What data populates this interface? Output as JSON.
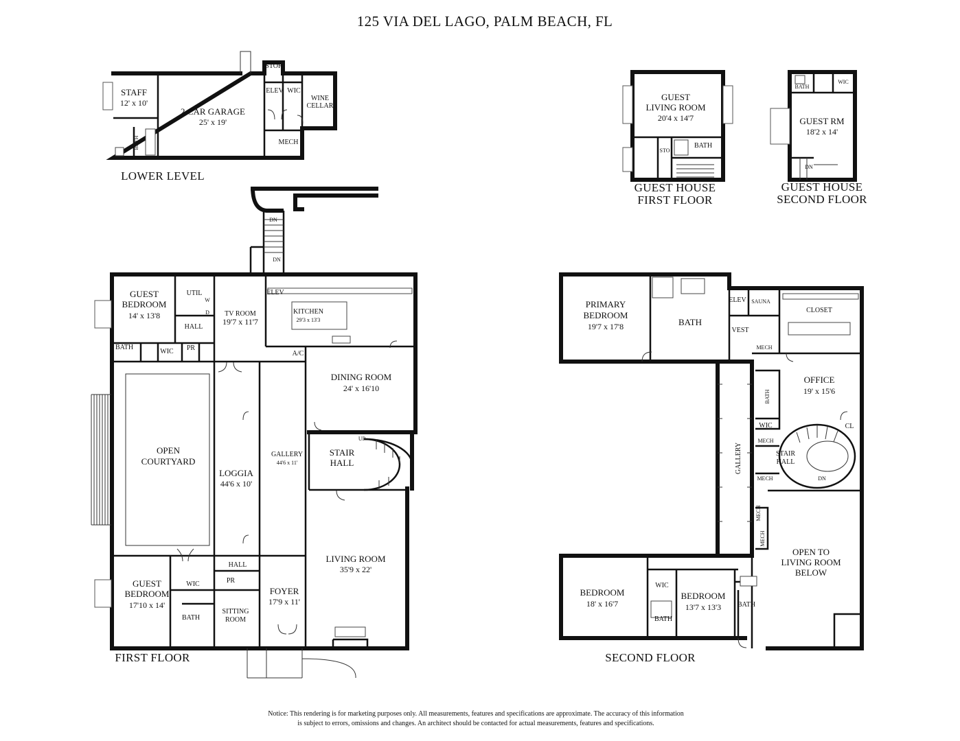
{
  "title": "125 VIA DEL LAGO, PALM BEACH, FL",
  "captions": {
    "lower_level": "LOWER LEVEL",
    "first_floor": "FIRST FLOOR",
    "second_floor": "SECOND FLOOR",
    "guest_first_1": "GUEST HOUSE",
    "guest_first_2": "FIRST FLOOR",
    "guest_second_1": "GUEST HOUSE",
    "guest_second_2": "SECOND FLOOR"
  },
  "notice": {
    "line1": "Notice: This rendering is for marketing purposes only. All measurements, features and specifications are approximate. The accuracy of this information",
    "line2": "is subject to errors, omissions and changes. An architect should be contacted for actual measurements, features and specifications."
  },
  "lower_level": {
    "staff": "STAFF",
    "staff_dim": "12' x 10'",
    "garage": "2 CAR GARAGE",
    "garage_dim": "25' x 19'",
    "stor": "STOR",
    "elev": "ELEV",
    "wic": "WIC",
    "wine1": "WINE",
    "wine2": "CELLAR",
    "mech": "MECH",
    "bath": "BATH"
  },
  "first_floor": {
    "guest_bedroom_a1": "GUEST",
    "guest_bedroom_a2": "BEDROOM",
    "guest_bedroom_a_dim": "14' x 13'8",
    "util": "UTIL",
    "w": "W",
    "d": "D",
    "hall_a": "HALL",
    "bath_a": "BATH",
    "wic_a": "WIC",
    "pr_a": "PR",
    "tv_room": "TV ROOM",
    "tv_room_dim": "19'7 x 11'7",
    "elev": "ELEV",
    "kitchen": "KITCHEN",
    "kitchen_dim": "29'3 x 13'3",
    "ac": "A/C",
    "dn1": "DN",
    "dn2": "DN",
    "dining_room": "DINING ROOM",
    "dining_room_dim": "24' x 16'10",
    "open1": "OPEN",
    "open2": "COURTYARD",
    "loggia": "LOGGIA",
    "loggia_dim": "44'6 x 10'",
    "gallery": "GALLERY",
    "gallery_dim": "44'6 x 11'",
    "stair1": "STAIR",
    "stair2": "HALL",
    "up": "UP",
    "living_room": "LIVING ROOM",
    "living_room_dim": "35'9 x 22'",
    "hall_b": "HALL",
    "guest_bedroom_b1": "GUEST",
    "guest_bedroom_b2": "BEDROOM",
    "guest_bedroom_b_dim": "17'10 x 14'",
    "wic_b": "WIC",
    "bath_b": "BATH",
    "pr_b": "PR",
    "sitting1": "SITTING",
    "sitting2": "ROOM",
    "foyer": "FOYER",
    "foyer_dim": "17'9 x 11'"
  },
  "guest_house": {
    "living1": "GUEST",
    "living2": "LIVING ROOM",
    "living_dim": "20'4 x 14'7",
    "sto": "STO",
    "bath": "BATH",
    "bath2": "BATH",
    "wic": "WIC",
    "guest_rm": "GUEST RM",
    "guest_rm_dim": "18'2 x 14'",
    "dn": "DN"
  },
  "second_floor": {
    "primary1": "PRIMARY",
    "primary2": "BEDROOM",
    "primary_dim": "19'7 x 17'8",
    "bath": "BATH",
    "elev": "ELEV",
    "sauna": "SAUNA",
    "closet": "CLOSET",
    "vest": "VEST",
    "mech1": "MECH",
    "office": "OFFICE",
    "office_dim": "19' x 15'6",
    "bath_v": "BATH",
    "wic": "WIC",
    "cl": "CL",
    "mech2": "MECH",
    "stair1": "STAIR",
    "stair2": "HALL",
    "dn": "DN",
    "mech3": "MECH",
    "gallery": "GALLERY",
    "mech4": "MECH",
    "mech5": "MECH",
    "open1": "OPEN TO",
    "open2": "LIVING ROOM",
    "open3": "BELOW",
    "bedroom_a": "BEDROOM",
    "bedroom_a_dim": "18' x 16'7",
    "wic_b": "WIC",
    "bath_b": "BATH",
    "bedroom_b": "BEDROOM",
    "bedroom_b_dim": "13'7 x 13'3",
    "bath_c": "BATH"
  }
}
